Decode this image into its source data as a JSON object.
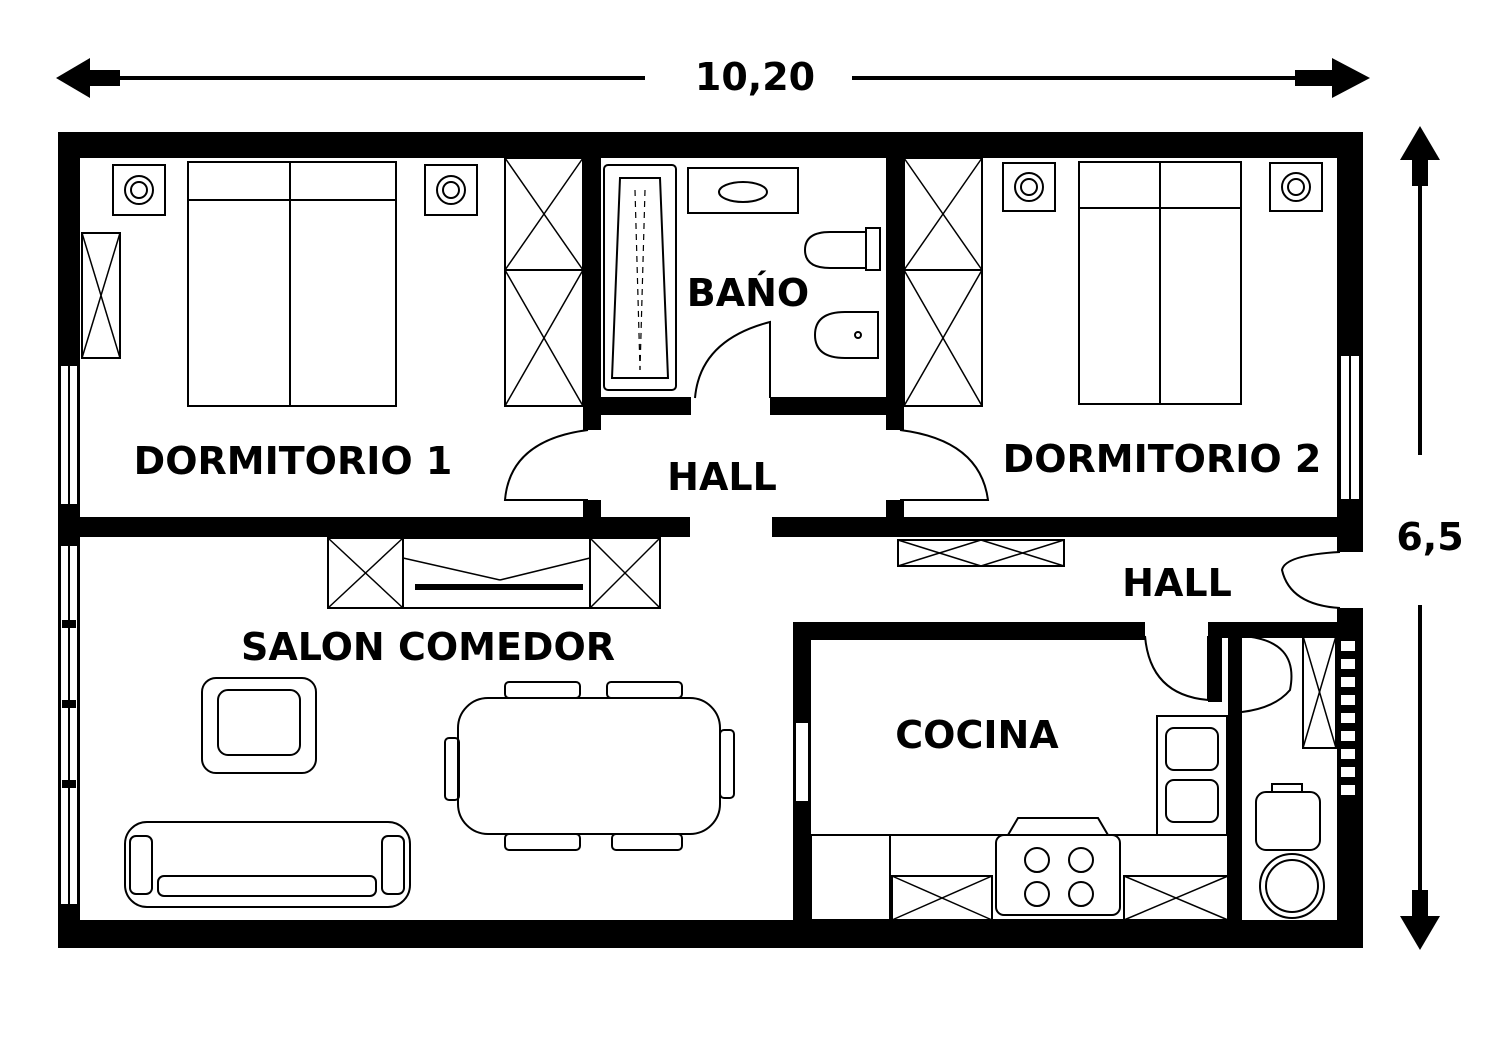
{
  "dimensions": {
    "width_label": "10,20",
    "height_label": "6,5"
  },
  "rooms": {
    "dormitorio1": "DORMITORIO 1",
    "bano": "BAŃO",
    "hall_center": "HALL",
    "dormitorio2": "DORMITORIO 2",
    "hall_right": "HALL",
    "salon": "SALON COMEDOR",
    "cocina": "COCINA"
  },
  "colors": {
    "ink": "#000000",
    "paper": "#ffffff"
  }
}
